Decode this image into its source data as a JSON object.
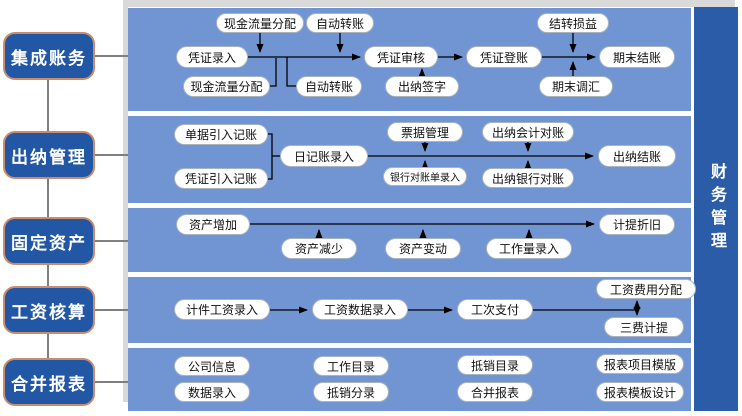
{
  "colors": {
    "panel_blue": "#7195d3",
    "dark_blue": "#2257a5",
    "right_bar_blue": "#2b5ca8",
    "sidebox_border": "#c98d6b"
  },
  "right_bar": {
    "label": "财务管理"
  },
  "sidebar": {
    "items": [
      "集成账务",
      "出纳管理",
      "固定资产",
      "工资核算",
      "合并报表"
    ]
  },
  "diagram": {
    "panels": [
      {
        "name": "集成账务",
        "nodes": [
          "现金流量分配",
          "自动转账",
          "结转损益",
          "凭证录入",
          "凭证审核",
          "凭证登账",
          "期末结账",
          "现金流量分配",
          "自动转账",
          "出纳签字",
          "期末调汇"
        ]
      },
      {
        "name": "出纳管理",
        "nodes": [
          "单据引入记账",
          "凭证引入记账",
          "日记账录入",
          "票据管理",
          "出纳会计对账",
          "出纳结账",
          "银行对账单录入",
          "出纳银行对账"
        ]
      },
      {
        "name": "固定资产",
        "nodes": [
          "资产增加",
          "资产减少",
          "资产变动",
          "工作量录入",
          "计提折旧"
        ]
      },
      {
        "name": "工资核算",
        "nodes": [
          "计件工资录入",
          "工资数据录入",
          "工次支付",
          "工资费用分配",
          "三费计提"
        ]
      },
      {
        "name": "合并报表",
        "nodes": [
          "公司信息",
          "工作目录",
          "抵销目录",
          "报表项目模版",
          "数据录入",
          "抵销分录",
          "合并报表",
          "报表模板设计"
        ]
      }
    ]
  }
}
